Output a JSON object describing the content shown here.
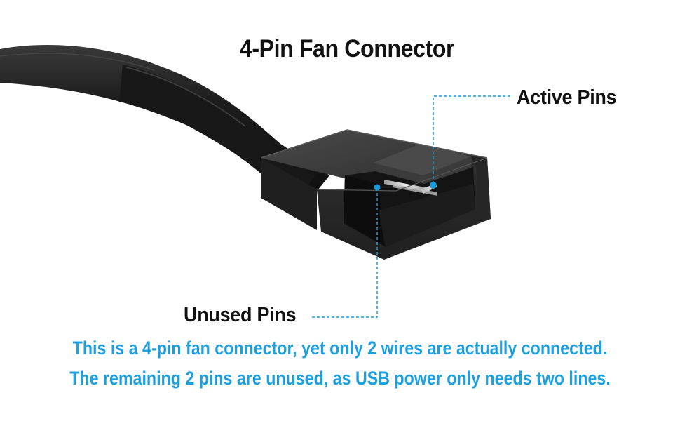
{
  "title": "4-Pin Fan Connector",
  "labels": {
    "active_pins": "Active Pins",
    "unused_pins": "Unused Pins"
  },
  "caption": {
    "line1": "This is a 4-pin fan connector, yet only 2 wires are actually connected.",
    "line2": "The remaining 2 pins are unused, as USB power only needs two lines."
  },
  "colors": {
    "accent_blue": "#1a9ad8",
    "caption_blue": "#1e9fdf",
    "cable_black": "#1b1b1b",
    "connector_black": "#2a2a2a",
    "label_text": "#111111"
  }
}
